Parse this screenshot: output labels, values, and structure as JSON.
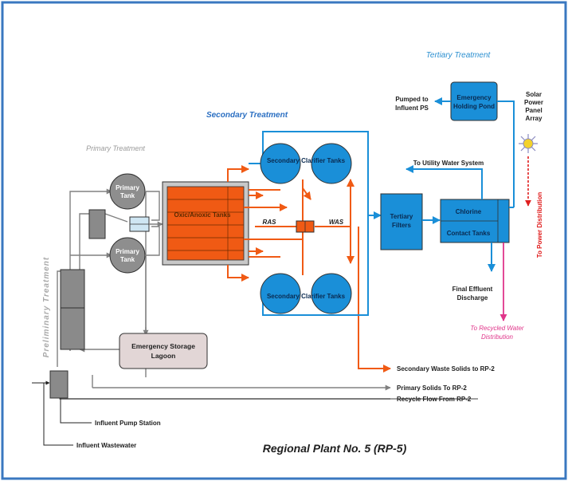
{
  "title": "Regional Plant No. 5 (RP-5)",
  "sections": {
    "preliminary": "Preliminary Treatment",
    "primary": "Primary Treatment",
    "secondary": "Secondary Treatment",
    "tertiary": "Tertiary Treatment"
  },
  "units": {
    "primary_tank_1": [
      "Primary",
      "Tank"
    ],
    "primary_tank_2": [
      "Primary",
      "Tank"
    ],
    "oxic_anoxic": "Oxic/Anoxic Tanks",
    "clarifier_top": "Secondary Clarifier Tanks",
    "clarifier_bottom": "Secondary Clarifier Tanks",
    "tertiary_filters": [
      "Tertiary",
      "Filters"
    ],
    "chlorine": "Chlorine",
    "contact_tanks": "Contact Tanks",
    "emergency_holding": [
      "Emergency",
      "Holding Pond"
    ],
    "emergency_storage": [
      "Emergency Storage",
      "Lagoon"
    ],
    "solar_array": [
      "Solar",
      "Power",
      "Panel",
      "Array"
    ]
  },
  "labels": {
    "ras": "RAS",
    "was": "WAS",
    "pumped_to": [
      "Pumped to",
      "Influent PS"
    ],
    "utility_water": "To Utility Water System",
    "final_effluent": [
      "Final Effluent",
      "Discharge"
    ],
    "recycled_water": [
      "To Recycled Water",
      "Distribution"
    ],
    "power_distribution": "To Power Distribution",
    "secondary_waste": "Secondary Waste Solids to RP-2",
    "primary_solids": "Primary Solids To RP-2",
    "recycle_flow": "Recycle Flow From RP-2",
    "influent_pump": "Influent Pump Station",
    "influent_wastewater": "Influent Wastewater"
  },
  "colors": {
    "frame": "#3a78c0",
    "water_blue": "#1a8fd8",
    "sludge_orange": "#f05a14",
    "tank_gray": "#909090",
    "recycled_pink": "#e0358a",
    "power_red": "#e02020",
    "section_blue": "#2b6fc2",
    "lagoon_fill": "#e2d6d6"
  }
}
